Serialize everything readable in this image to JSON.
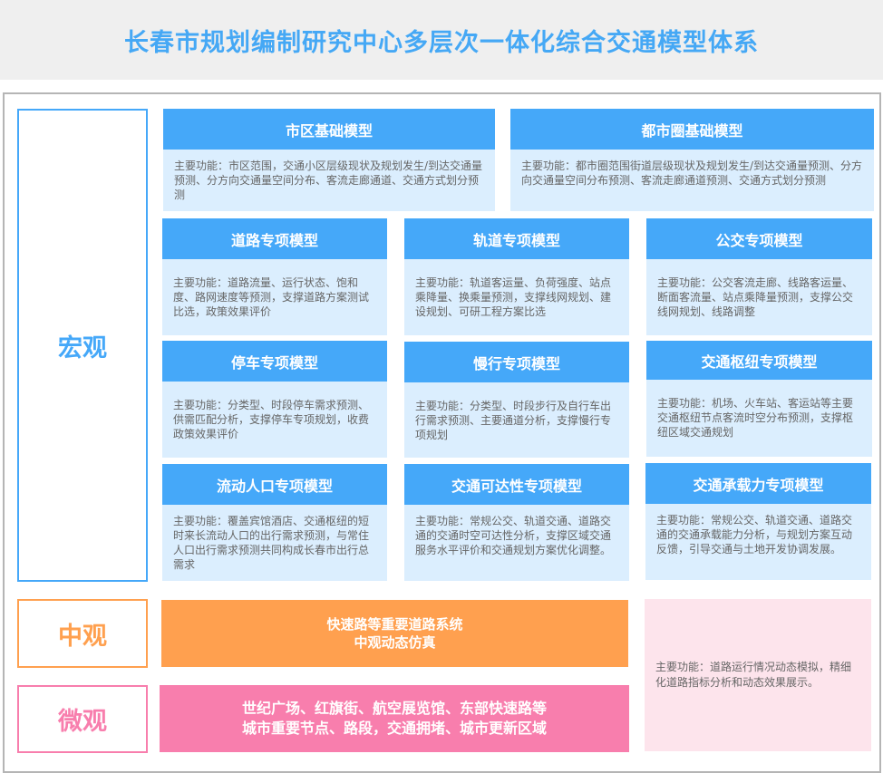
{
  "title": "长春市规划编制研究中心多层次一体化综合交通模型体系",
  "levels": {
    "macro": "宏观",
    "meso": "中观",
    "micro": "微观"
  },
  "colors": {
    "blue": "#45a8f9",
    "orange": "#ffa04f",
    "pink": "#f87ead"
  },
  "cards": [
    {
      "title": "市区基础模型",
      "desc": "主要功能：市区范围，交通小区层级现状及规划发生/到达交通量预测、分方向交通量空间分布、客流走廊通道、交通方式划分预测"
    },
    {
      "title": "都市圈基础模型",
      "desc": "主要功能：都市圈范围街道层级现状及规划发生/到达交通量预测、分方向交通量空间分布预测、客流走廊通道预测、交通方式划分预测"
    },
    {
      "title": "道路专项模型",
      "desc": "主要功能：道路流量、运行状态、饱和度、路网速度等预测，支撑道路方案测试比选，政策效果评价"
    },
    {
      "title": "轨道专项模型",
      "desc": "主要功能：轨道客运量、负荷强度、站点乘降量、换乘量预测，支撑线网规划、建设规划、可研工程方案比选"
    },
    {
      "title": "公交专项模型",
      "desc": "主要功能：公交客流走廊、线路客运量、断面客流量、站点乘降量预测，支撑公交线网规划、线路调整"
    },
    {
      "title": "停车专项模型",
      "desc": "主要功能：分类型、时段停车需求预测、供需匹配分析，支撑停车专项规划，收费政策效果评价"
    },
    {
      "title": "慢行专项模型",
      "desc": "主要功能：分类型、时段步行及自行车出行需求预测、主要通道分析，支撑慢行专项规划"
    },
    {
      "title": "交通枢纽专项模型",
      "desc": "主要功能：机场、火车站、客运站等主要交通枢纽节点客流时空分布预测，支撑枢纽区域交通规划"
    },
    {
      "title": "流动人口专项模型",
      "desc": "主要功能：覆盖宾馆酒店、交通枢纽的短时来长流动人口的出行需求预测，与常住人口出行需求预测共同构成长春市出行总需求"
    },
    {
      "title": "交通可达性专项模型",
      "desc": "主要功能：常规公交、轨道交通、道路交通的交通时空可达性分析，支撑区域交通服务水平评价和交通规划方案优化调整。"
    },
    {
      "title": "交通承载力专项模型",
      "desc": "主要功能：常规公交、轨道交通、道路交通的交通承载能力分析，与规划方案互动反馈，引导交通与土地开发协调发展。"
    }
  ],
  "meso_bar": {
    "line1": "快速路等重要道路系统",
    "line2": "中观动态仿真"
  },
  "micro_bar": {
    "line1": "世纪广场、红旗街、航空展览馆、东部快速路等",
    "line2": "城市重要节点、路段，交通拥堵、城市更新区域"
  },
  "sim_note": "主要功能：道路运行情况动态模拟，精细化道路指标分析和动态效果展示。"
}
